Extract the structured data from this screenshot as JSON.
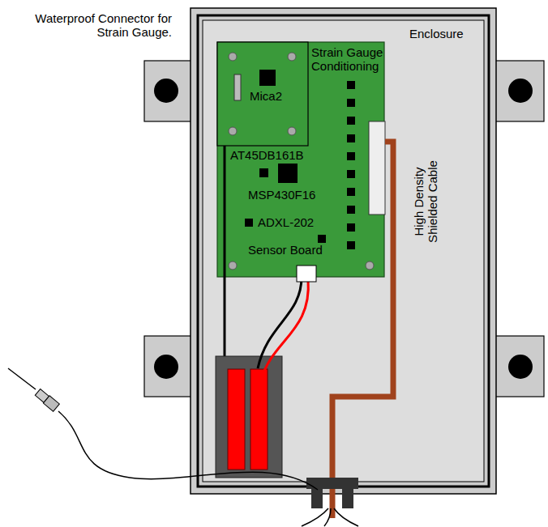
{
  "diagram": {
    "nodes": [
      {
        "text": [
          "Enclosure"
        ]
      },
      {
        "text": [
          "Sensor Board"
        ],
        "in": 0
      },
      {
        "text": [
          "Mica2"
        ],
        "in": 1
      }
    ],
    "labels": [
      "Strain Gauge Conditioning",
      "AT45DB161B",
      "MSP430F16",
      "ADXL-202",
      "High Density Shielded Cable",
      "Waterproof Connector for Strain Gauge."
    ]
  }
}
